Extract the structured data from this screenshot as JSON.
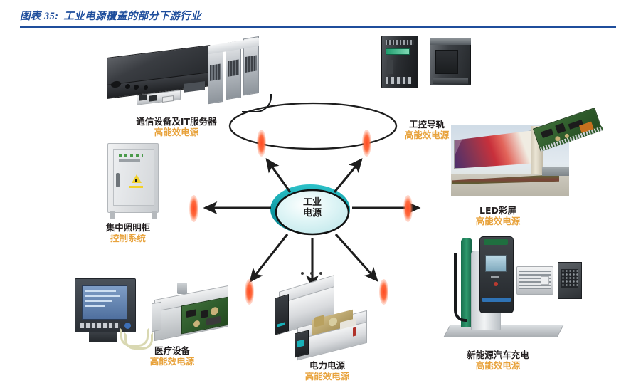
{
  "title": {
    "label": "图表 35:",
    "text": "工业电源覆盖的部分下游行业",
    "accent_color": "#1F4E9C"
  },
  "diagram": {
    "type": "hub-and-spoke",
    "hub": {
      "line1": "工业",
      "line2": "电源",
      "fill_color": "#d7f2f3",
      "ring_color": "#13a3ad"
    },
    "label_colors": {
      "primary": "#231f20",
      "secondary": "#E8A33D"
    },
    "ellipsis": "...",
    "nodes": [
      {
        "id": "telecom-it-server",
        "main": "通信设备及IT服务器",
        "sub": "高能效电源",
        "position": "top-left"
      },
      {
        "id": "industrial-din-rail",
        "main": "工控导轨",
        "sub": "高能效电源",
        "position": "top-right"
      },
      {
        "id": "led-display",
        "main": "LED彩屏",
        "sub": "高能效电源",
        "position": "right"
      },
      {
        "id": "ev-charging",
        "main": "新能源汽车充电",
        "sub": "高能效电源",
        "position": "bottom-right"
      },
      {
        "id": "power-supply",
        "main": "电力电源",
        "sub": "高能效电源",
        "position": "bottom-center"
      },
      {
        "id": "medical-device",
        "main": "医疗设备",
        "sub": "高能效电源",
        "position": "bottom-left"
      },
      {
        "id": "centralized-lighting-cabinet",
        "main": "集中照明柜",
        "sub": "控制系统",
        "position": "left"
      }
    ]
  }
}
